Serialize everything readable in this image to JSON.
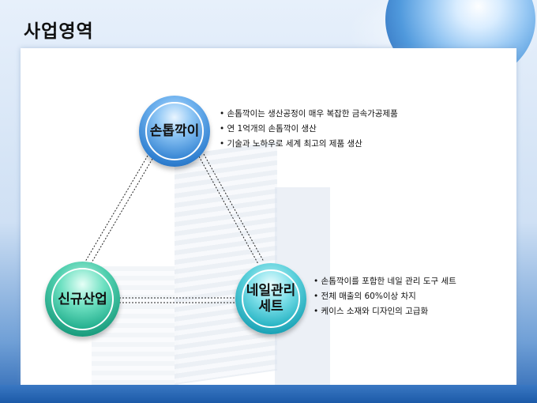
{
  "page_title": "사업영역",
  "nodes": {
    "top": {
      "label": "손톱깍이"
    },
    "left": {
      "label": "신규산업"
    },
    "right": {
      "label_line1": "네일관리",
      "label_line2": "세트"
    }
  },
  "details": {
    "top": [
      "손톱깍이는 생산공정이 매우 복잡한 금속가공제품",
      "연 1억개의 손톱깍이 생산",
      "기술과 노하우로 세계 최고의 제품 생산"
    ],
    "right": [
      "손톱깍이를 포함한 네일 관리 도구 세트",
      "전체 매출의 60%이상 차지",
      "케이스 소재와 디자인의 고급화"
    ]
  },
  "colors": {
    "top_node": "#2f7fd0",
    "left_node": "#1a9c7d",
    "right_node": "#1ba3b6",
    "bottom_strip": "#1c5aa8"
  }
}
